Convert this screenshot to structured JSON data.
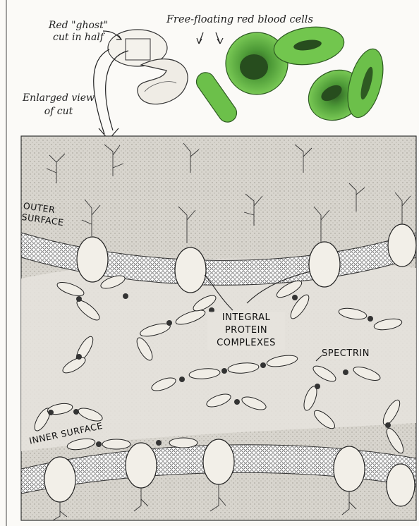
{
  "labels": {
    "ghost_line1": "Red \"ghost\"",
    "ghost_line2": "cut in half",
    "free_floating": "Free-floating red blood cells",
    "enlarged_line1": "Enlarged view",
    "enlarged_line2": "of cut",
    "outer_line1": "OUTER",
    "outer_line2": "SURFACE",
    "integral_line1": "INTEGRAL",
    "integral_line2": "PROTEIN",
    "integral_line3": "COMPLEXES",
    "spectrin": "SPECTRIN",
    "inner": "INNER SURFACE"
  },
  "colors": {
    "rbc_green": "#6cc04a",
    "rbc_dark": "#2e5a22",
    "ink": "#222222",
    "panel_bg": "#d9d6cf"
  }
}
